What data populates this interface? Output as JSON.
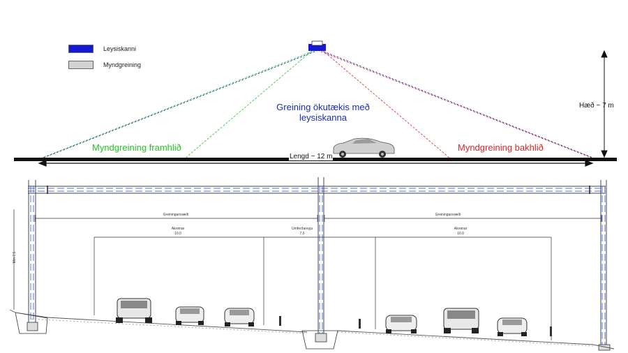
{
  "legend": {
    "scanner": {
      "label": "Leysiskanni",
      "color": "#1518d4"
    },
    "camera": {
      "label": "Myndgreining",
      "color": "#d2d2d2"
    }
  },
  "top_diagram": {
    "center_label": "Greining ökutækis með leysiskanna",
    "front_label": "Myndgreining framhlið",
    "rear_label": "Myndgreining bakhlið",
    "height_label": "Hæð ~ 7 m",
    "length_label": "Lengd ~ 12 m",
    "colors": {
      "front": "#22c422",
      "rear": "#e02424",
      "scan": "#1c2bb0"
    }
  },
  "cross_section": {
    "left_dim": {
      "label": "Greiningarsvæði"
    },
    "right_dim": {
      "label": "Greiningarsvæði"
    },
    "lane_left": {
      "label": "Akreinar",
      "value": "10,0"
    },
    "median": {
      "label": "Umferðareyja",
      "value": "7,0"
    },
    "lane_right": {
      "label": "Akreinar",
      "value": "10,0"
    },
    "height": {
      "label": "Min 7,5"
    }
  }
}
